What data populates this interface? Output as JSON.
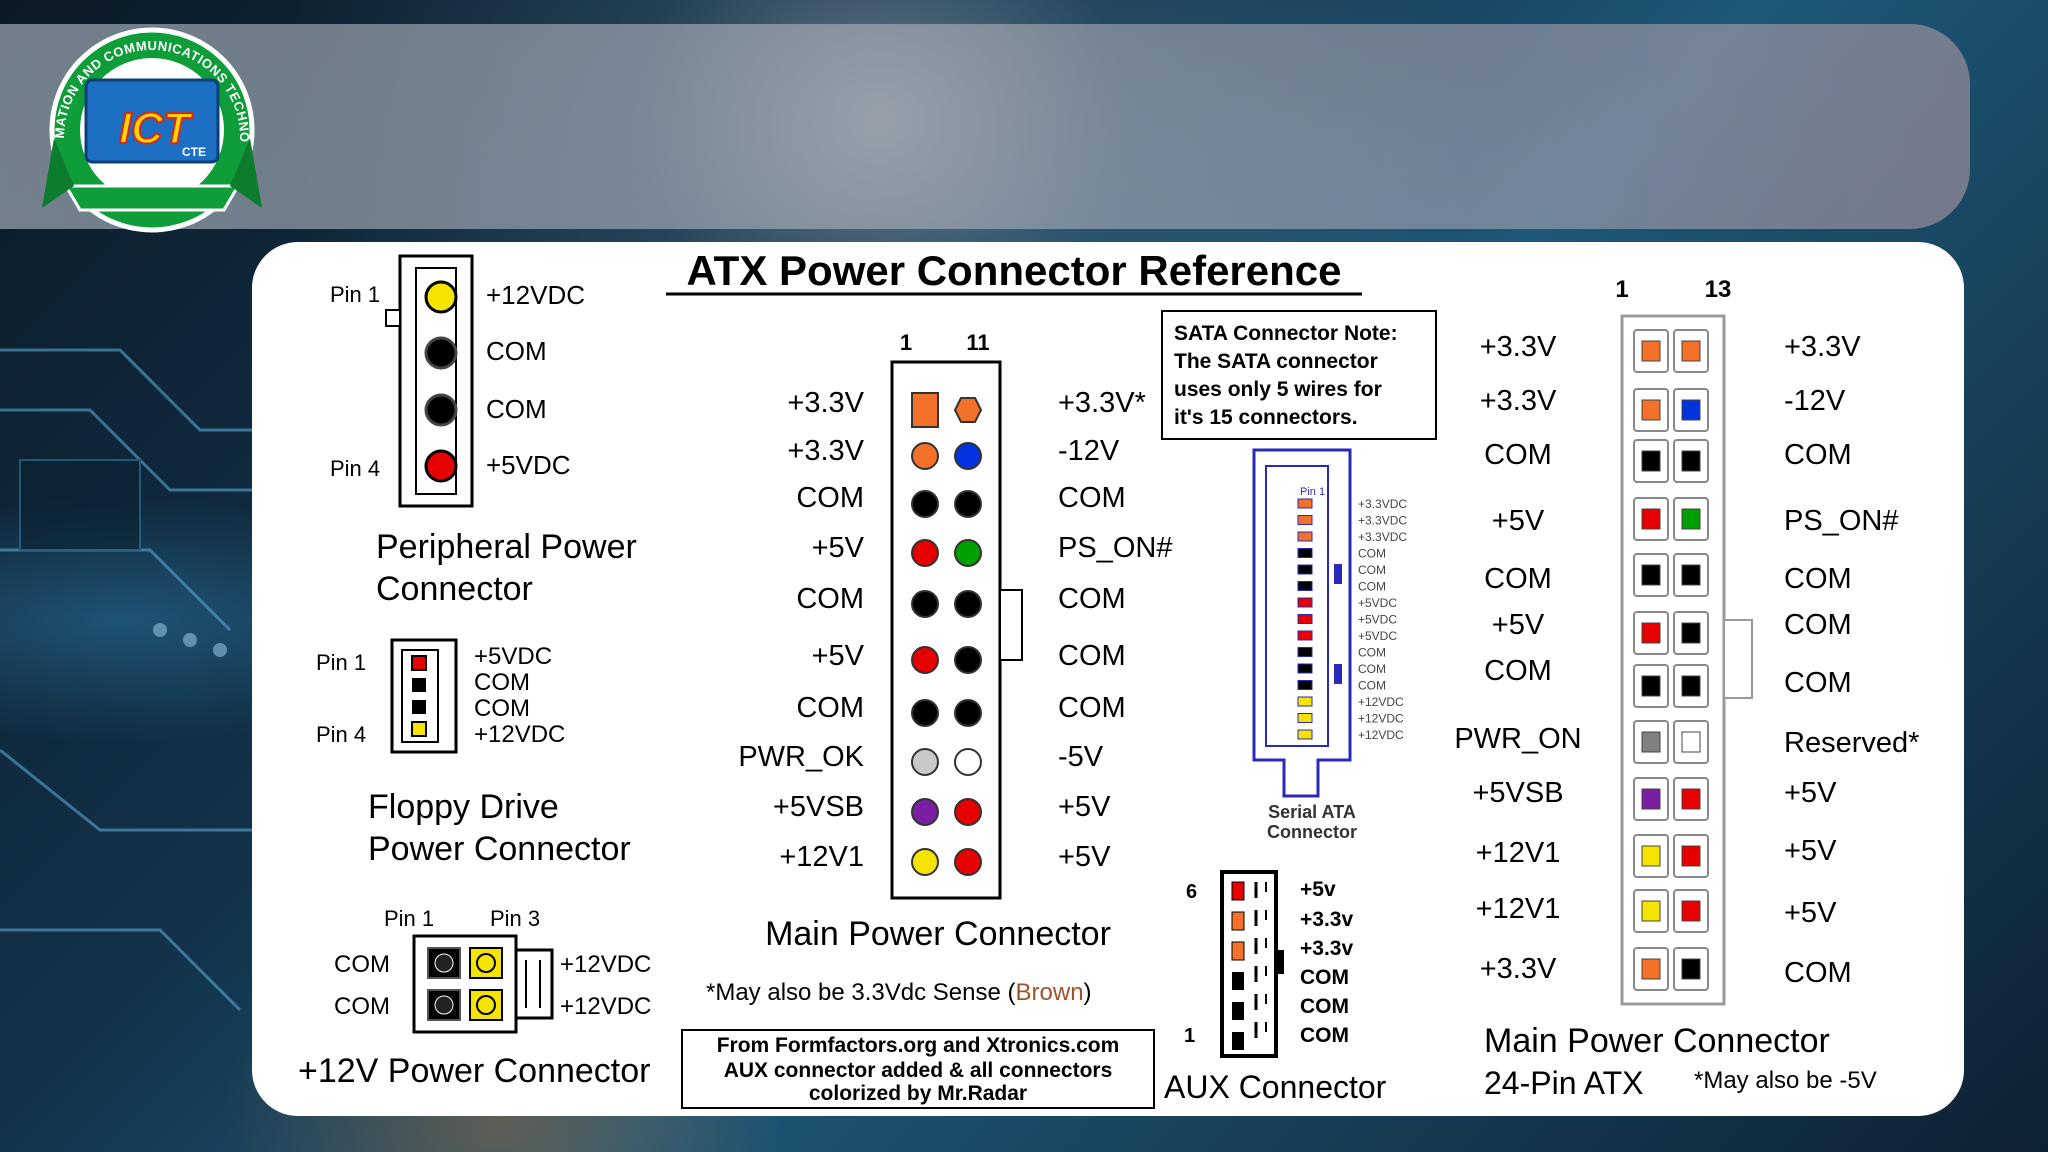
{
  "logo": {
    "ring_text": "INFORMATION AND COMMUNICATIONS TECHNOLOGY",
    "main": "ICT",
    "sub": "CTE"
  },
  "title": "ATX Power Connector Reference",
  "peripheral": {
    "pin1": "Pin 1",
    "pin4": "Pin 4",
    "labels": [
      "+12VDC",
      "COM",
      "COM",
      "+5VDC"
    ],
    "name_line1": "Peripheral Power",
    "name_line2": "Connector"
  },
  "floppy": {
    "pin1": "Pin 1",
    "pin4": "Pin 4",
    "labels": [
      "+5VDC",
      "COM",
      "COM",
      "+12VDC"
    ],
    "name_line1": "Floppy Drive",
    "name_line2": "Power Connector"
  },
  "p12v": {
    "pin1": "Pin 1",
    "pin3": "Pin 3",
    "left_labels": [
      "COM",
      "COM"
    ],
    "right_labels": [
      "+12VDC",
      "+12VDC"
    ],
    "name": "+12V Power Connector"
  },
  "main20": {
    "pin_start": "1",
    "pin_end": "11",
    "left_labels": [
      "+3.3V",
      "+3.3V",
      "COM",
      "+5V",
      "COM",
      "+5V",
      "COM",
      "PWR_OK",
      "+5VSB",
      "+12V1"
    ],
    "right_labels": [
      "+3.3V*",
      "-12V",
      "COM",
      "PS_ON#",
      "COM",
      "COM",
      "COM",
      "-5V",
      "+5V",
      "+5V"
    ],
    "name": "Main Power Connector",
    "note_prefix": "*May also be 3.3Vdc Sense (",
    "note_colored": "Brown",
    "note_suffix": ")",
    "left_colors": [
      "#f4712a",
      "#f4712a",
      "#000000",
      "#e60000",
      "#000000",
      "#e60000",
      "#000000",
      "#c8c8c8",
      "#7b1fa2",
      "#f5e400"
    ],
    "right_colors": [
      "#f4712a",
      "#0033dd",
      "#000000",
      "#00a000",
      "#000000",
      "#000000",
      "#000000",
      "#ffffff",
      "#e60000",
      "#e60000"
    ]
  },
  "credit": {
    "line1": "From Formfactors.org and Xtronics.com",
    "line2": "AUX connector added & all connectors",
    "line3": "colorized by Mr.Radar"
  },
  "sata_note": {
    "line1": "SATA Connector Note:",
    "line2": "The SATA connector",
    "line3": "uses only 5 wires for",
    "line4": "it's 15 connectors."
  },
  "sata": {
    "pin1": "Pin 1",
    "labels": [
      "+3.3VDC",
      "+3.3VDC",
      "+3.3VDC",
      "COM",
      "COM",
      "COM",
      "+5VDC",
      "+5VDC",
      "+5VDC",
      "COM",
      "COM",
      "COM",
      "+12VDC",
      "+12VDC",
      "+12VDC"
    ],
    "name_line1": "Serial ATA",
    "name_line2": "Connector"
  },
  "aux": {
    "pin_top": "6",
    "pin_bottom": "1",
    "labels": [
      "+5v",
      "+3.3v",
      "+3.3v",
      "COM",
      "COM",
      "COM"
    ],
    "name": "AUX Connector"
  },
  "main24": {
    "pin_start": "1",
    "pin_end": "13",
    "left_labels": [
      "+3.3V",
      "+3.3V",
      "COM",
      "+5V",
      "COM",
      "+5V",
      "COM",
      "PWR_ON",
      "+5VSB",
      "+12V1",
      "+12V1",
      "+3.3V"
    ],
    "right_labels": [
      "+3.3V",
      "-12V",
      "COM",
      "PS_ON#",
      "COM",
      "COM",
      "COM",
      "Reserved*",
      "+5V",
      "+5V",
      "+5V",
      "COM"
    ],
    "name_line1": "Main Power Connector",
    "name_line2": "24-Pin ATX",
    "note": "*May also be -5V",
    "left_colors": [
      "#f4712a",
      "#f4712a",
      "#000000",
      "#e60000",
      "#000000",
      "#e60000",
      "#000000",
      "#808080",
      "#7b1fa2",
      "#f5e400",
      "#f5e400",
      "#f4712a"
    ],
    "right_colors": [
      "#f4712a",
      "#0033dd",
      "#000000",
      "#00a000",
      "#000000",
      "#000000",
      "#000000",
      "#ffffff",
      "#e60000",
      "#e60000",
      "#e60000",
      "#000000"
    ]
  }
}
